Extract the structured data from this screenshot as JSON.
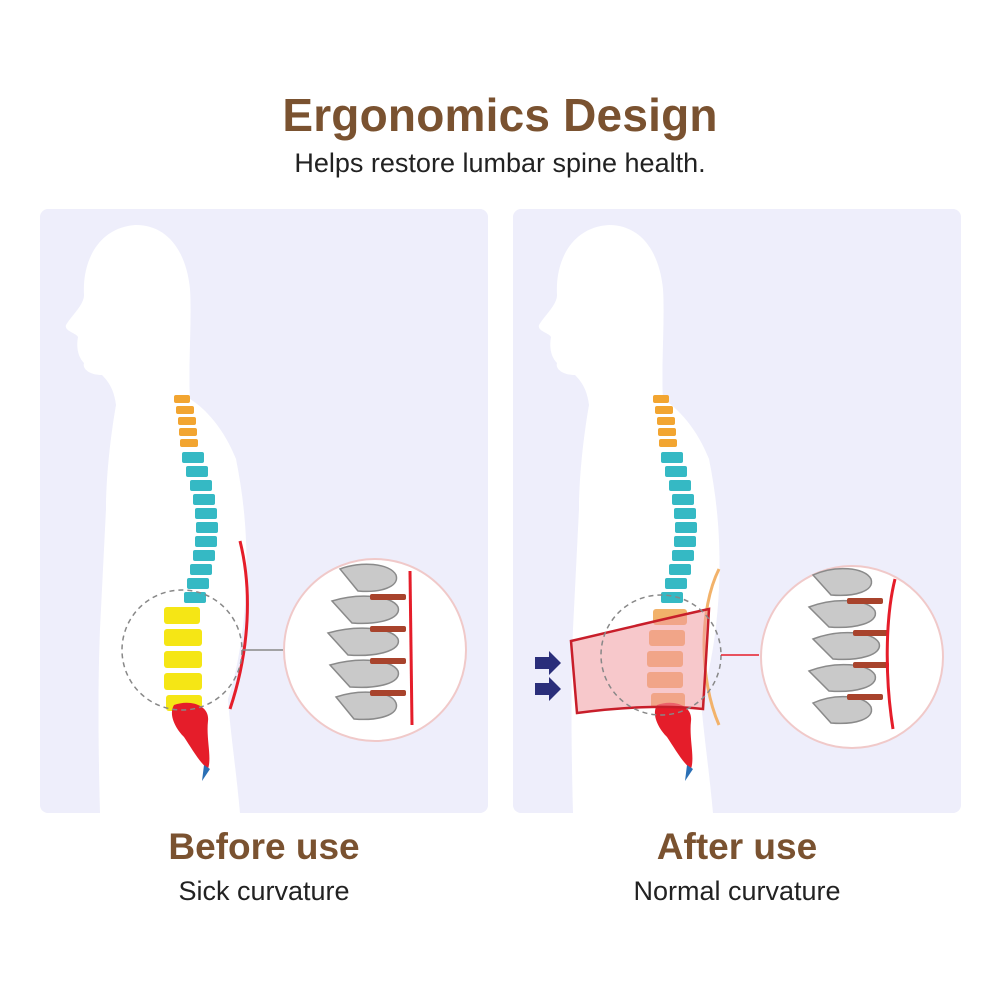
{
  "header": {
    "title": "Ergonomics Design",
    "subtitle": "Helps restore lumbar spine health."
  },
  "panels": [
    {
      "title": "Before use",
      "subtitle": "Sick curvature"
    },
    {
      "title": "After use",
      "subtitle": "Normal curvature"
    }
  ],
  "colors": {
    "heading": "#7a5230",
    "panel_bg": "#eeeefb",
    "cervical": "#f2a531",
    "thoracic": "#35b9c4",
    "lumbar_sick": "#f5e615",
    "lumbar_normal": "#f2b26a",
    "sacrum": "#e51d2a",
    "brace": "#e84a55",
    "arrow": "#2a2e7a"
  },
  "icons": [
    "body-silhouette",
    "spine",
    "zoom-circle",
    "lumbar-brace",
    "push-arrow-icon"
  ]
}
